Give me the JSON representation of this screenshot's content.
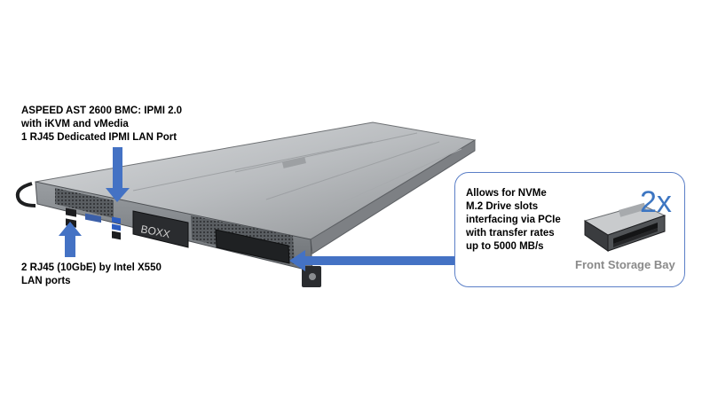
{
  "bmc_label": {
    "lines": [
      "ASPEED AST 2600 BMC: IPMI 2.0",
      "with iKVM and vMedia",
      "1 RJ45 Dedicated IPMI LAN Port"
    ]
  },
  "lan_label": {
    "lines": [
      "2 RJ45 (10GbE) by Intel X550",
      "LAN ports"
    ]
  },
  "nvme_callout": {
    "lines": [
      "Allows for NVMe",
      "M.2 Drive slots",
      "interfacing via PCIe",
      "with transfer rates",
      "up to 5000 MB/s"
    ],
    "count": "2x",
    "caption": "Front Storage Bay"
  },
  "server": {
    "brand": "BOXX"
  },
  "colors": {
    "arrow": "#4472c4",
    "accent_text": "#3d76c2",
    "caption": "#8a8a8a"
  }
}
